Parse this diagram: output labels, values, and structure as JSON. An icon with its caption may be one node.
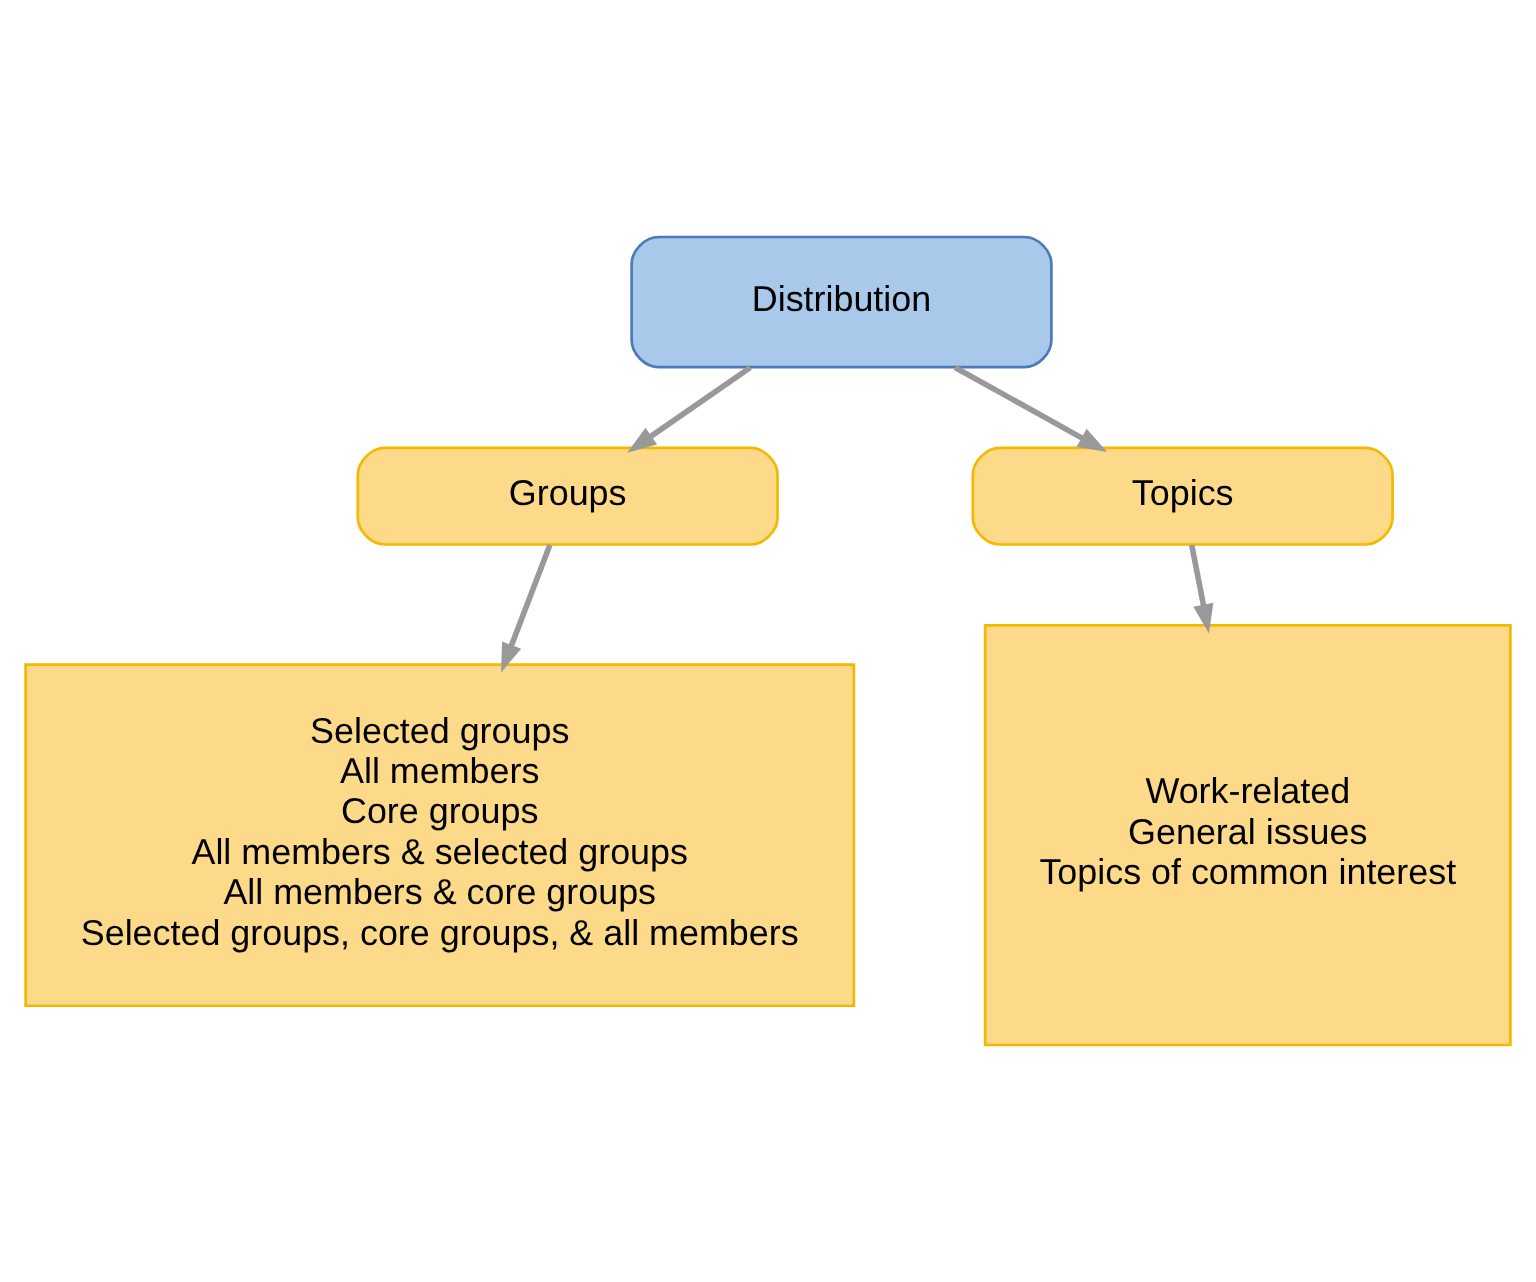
{
  "diagram": {
    "nodes": [
      {
        "text": [
          "Distribution"
        ]
      },
      {
        "text": [
          "Groups"
        ]
      },
      {
        "text": [
          "Topics"
        ]
      },
      {
        "text": [
          "Selected groups",
          "All members",
          "Core groups",
          "All members & selected groups",
          "All members & core groups",
          "Selected groups, core groups, & all members"
        ]
      },
      {
        "text": [
          "Work-related",
          "General issues",
          "Topics of common interest"
        ]
      }
    ],
    "edges": [
      {
        "from": 0,
        "to": 1,
        "arrow": "to"
      },
      {
        "from": 0,
        "to": 2,
        "arrow": "to"
      },
      {
        "from": 1,
        "to": 3,
        "arrow": "to"
      },
      {
        "from": 2,
        "to": 4,
        "arrow": "to"
      }
    ]
  }
}
